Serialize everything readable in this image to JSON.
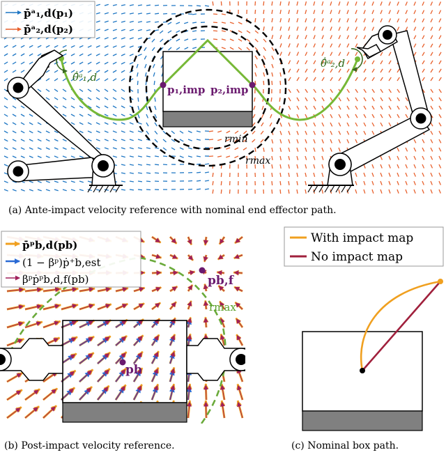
{
  "colors": {
    "blue_field": "#1f77c4",
    "orange_field": "#e8602c",
    "path_green": "#76b836",
    "purple": "#6a1a6e",
    "circle": "#000000",
    "box_base": "#808080",
    "arrow_orange": "#f0a020",
    "arrow_blue": "#2a6ad4",
    "arrow_magenta": "#a0205a",
    "dashed_green": "#6aaa3a",
    "curve_orange": "#f0a020",
    "line_crimson": "#a0203c"
  },
  "panel_a": {
    "legend": {
      "item1": "p̄̇ᵃ₁,d(p₁)",
      "item2": "p̄̇ᵃ₂,d(p₂)"
    },
    "labels": {
      "theta1": "θ̄̇ᵃ₁,d",
      "theta2": "θ̄̇ᵃ₂,d",
      "p1": "p₁,imp",
      "p2": "p₂,imp",
      "rmin": "rmin",
      "rmax": "rmax"
    },
    "caption": "(a) Ante-impact velocity reference with nominal end effector path."
  },
  "panel_b": {
    "legend": {
      "item1": "p̄̇ᵖb,d(pb)",
      "item2": "(1 − βᵖ)ṗ⁺b,est",
      "item3": "βᵖṗᵖb,d,f(pb)"
    },
    "labels": {
      "pbf": "pb,f",
      "pb": "pb",
      "rmax": "rmax"
    },
    "caption": "(b) Post-impact velocity reference."
  },
  "panel_c": {
    "legend": {
      "with": "With impact map",
      "without": "No impact map"
    },
    "caption": "(c) Nominal box path."
  },
  "icons": {
    "arrow": "arrow-icon",
    "robot": "robot-arm-icon",
    "ground": "ground-hatch-icon"
  }
}
